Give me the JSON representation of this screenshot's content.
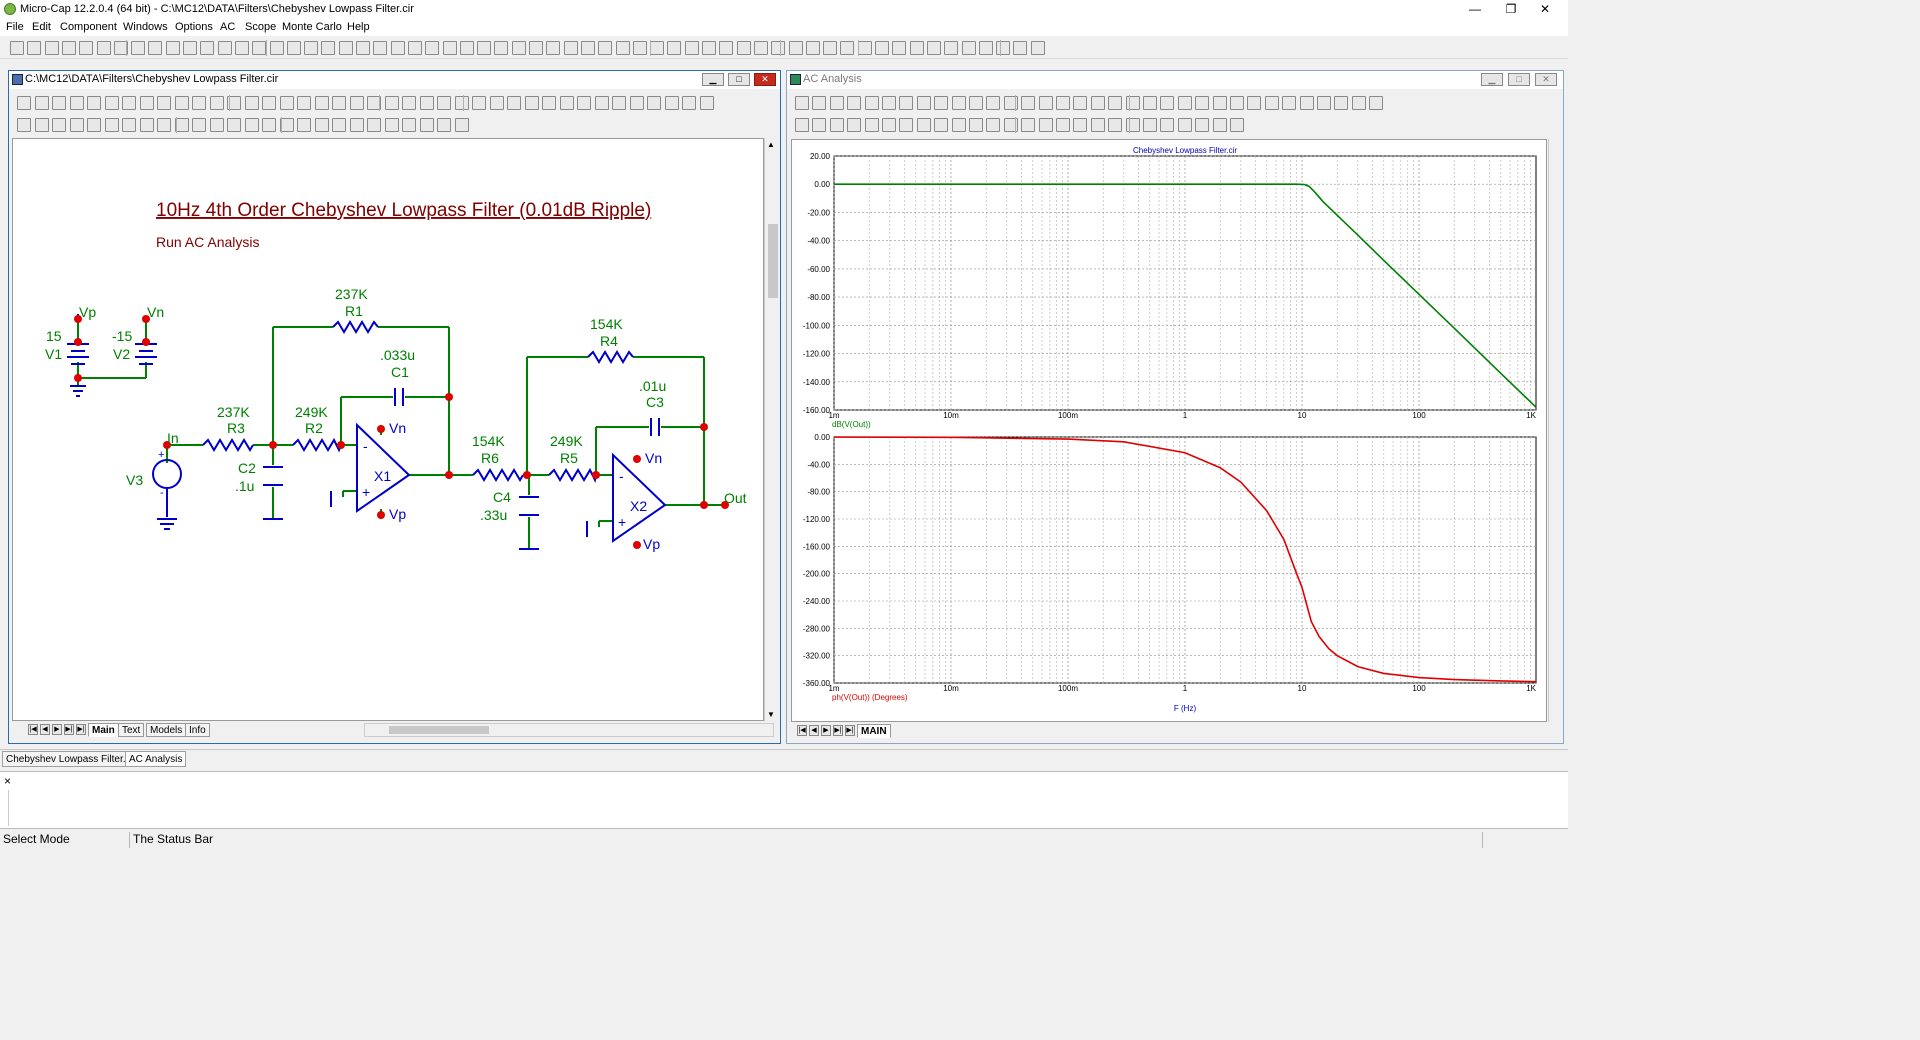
{
  "app": {
    "title": "Micro-Cap 12.2.0.4 (64 bit) - C:\\MC12\\DATA\\Filters\\Chebyshev Lowpass Filter.cir"
  },
  "window_controls": {
    "minimize": "—",
    "restore": "❐",
    "close": "✕"
  },
  "menu": [
    "File",
    "Edit",
    "Component",
    "Windows",
    "Options",
    "AC",
    "Scope",
    "Monte Carlo",
    "Help"
  ],
  "schematic_window": {
    "title": "C:\\MC12\\DATA\\Filters\\Chebyshev Lowpass Filter.cir",
    "heading": "10Hz 4th Order Chebyshev Lowpass Filter (0.01dB Ripple)",
    "subheading": "Run AC Analysis",
    "tabs": [
      "Main",
      "Text",
      "Models",
      "Info"
    ],
    "components": {
      "V1": {
        "name": "V1",
        "value": "15",
        "node": "Vp"
      },
      "V2": {
        "name": "V2",
        "value": "-15",
        "node": "Vn"
      },
      "V3": {
        "name": "V3",
        "node": "In"
      },
      "R1": {
        "name": "R1",
        "value": "237K"
      },
      "R2": {
        "name": "R2",
        "value": "249K"
      },
      "R3": {
        "name": "R3",
        "value": "237K"
      },
      "R4": {
        "name": "R4",
        "value": "154K"
      },
      "R5": {
        "name": "R5",
        "value": "249K"
      },
      "R6": {
        "name": "R6",
        "value": "154K"
      },
      "C1": {
        "name": "C1",
        "value": ".033u"
      },
      "C2": {
        "name": "C2",
        "value": ".1u"
      },
      "C3": {
        "name": "C3",
        "value": ".01u"
      },
      "C4": {
        "name": "C4",
        "value": ".33u"
      },
      "X1": {
        "name": "X1",
        "vn": "Vn",
        "vp": "Vp"
      },
      "X2": {
        "name": "X2",
        "vn": "Vn",
        "vp": "Vp"
      },
      "out": "Out",
      "minus": "-",
      "plus": "+"
    },
    "colors": {
      "wire": "#008000",
      "component": "#0000c8",
      "label": "#008000",
      "title": "#800000",
      "node": "#e00000"
    }
  },
  "analysis_window": {
    "title": "AC Analysis",
    "tabs": [
      "MAIN"
    ],
    "plots": [
      {
        "chart_data": {
          "type": "line",
          "title": "Chebyshev Lowpass Filter.cir",
          "ylabel": "dB(V(Out))",
          "xscale": "log",
          "xlim": [
            0.001,
            1000
          ],
          "ylim": [
            -160,
            20
          ],
          "grid": true,
          "x_ticks": [
            "1m",
            "10m",
            "100m",
            "1",
            "10",
            "100",
            "1K"
          ],
          "y_ticks": [
            "20.00",
            "0.00",
            "-20.00",
            "-40.00",
            "-60.00",
            "-80.00",
            "-100.00",
            "-120.00",
            "-140.00",
            "-160.00"
          ],
          "color": "#008000",
          "series": [
            {
              "x": [
                0.001,
                0.01,
                0.1,
                1,
                5,
                9,
                10.5,
                11.5,
                13,
                15,
                20,
                30,
                50,
                100,
                200,
                500,
                1000
              ],
              "y": [
                0,
                0,
                0,
                0,
                0,
                -0.01,
                -0.2,
                -1.5,
                -6,
                -12,
                -22,
                -36,
                -54,
                -78,
                -102,
                -134,
                -158
              ]
            }
          ]
        }
      },
      {
        "chart_data": {
          "type": "line",
          "ylabel": "ph(V(Out)) (Degrees)",
          "xlabel": "F (Hz)",
          "xscale": "log",
          "xlim": [
            0.001,
            1000
          ],
          "ylim": [
            -360,
            0
          ],
          "grid": true,
          "x_ticks": [
            "1m",
            "10m",
            "100m",
            "1",
            "10",
            "100",
            "1K"
          ],
          "y_ticks": [
            "0.00",
            "-40.00",
            "-80.00",
            "-120.00",
            "-160.00",
            "-200.00",
            "-240.00",
            "-280.00",
            "-320.00",
            "-360.00"
          ],
          "color": "#e00000",
          "series": [
            {
              "x": [
                0.001,
                0.01,
                0.1,
                0.3,
                1,
                2,
                3,
                5,
                7,
                9,
                10,
                12,
                14,
                17,
                20,
                30,
                50,
                100,
                200,
                500,
                1000
              ],
              "y": [
                -0.1,
                -0.5,
                -3,
                -7,
                -23,
                -45,
                -66,
                -108,
                -150,
                -200,
                -220,
                -270,
                -292,
                -310,
                -320,
                -336,
                -346,
                -352,
                -355,
                -357,
                -358
              ]
            }
          ]
        }
      }
    ]
  },
  "doc_tabs": [
    "Chebyshev Lowpass Filter.cir",
    "AC Analysis"
  ],
  "output_pane": {
    "close": "×"
  },
  "status": {
    "mode": "Select Mode",
    "message": "The Status Bar"
  }
}
